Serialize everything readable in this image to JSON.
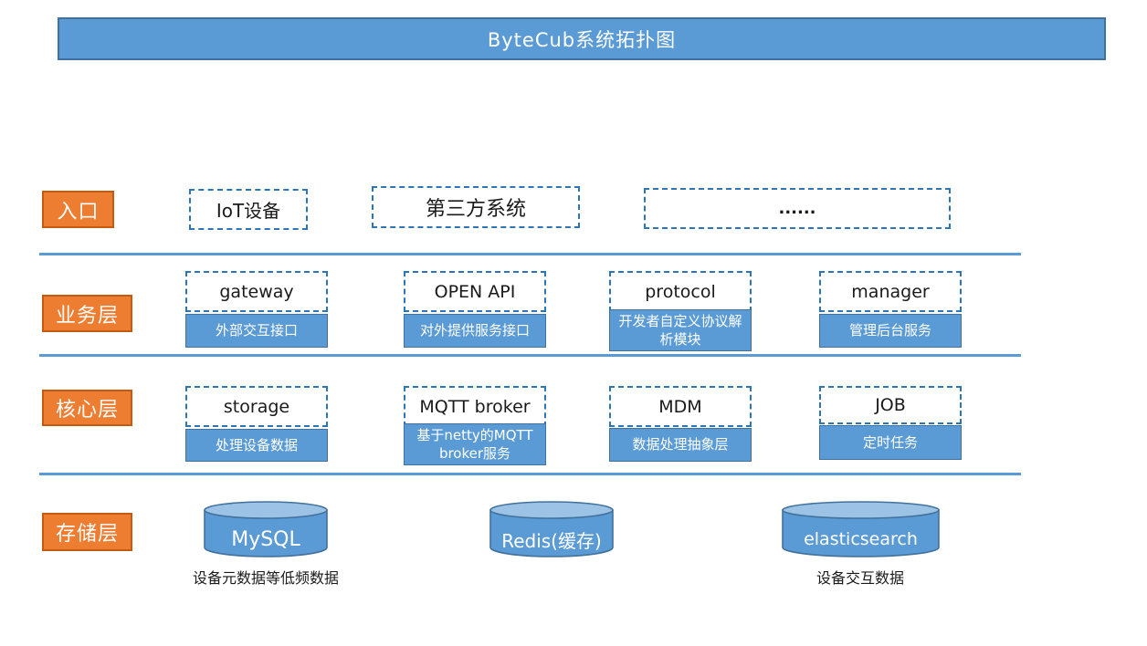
{
  "title": "ByteCub系统拓扑图",
  "rows": {
    "entry": {
      "label": "入口",
      "items": [
        {
          "label": "IoT设备"
        },
        {
          "label": "第三方系统"
        },
        {
          "label": "......"
        }
      ]
    },
    "business": {
      "label": "业务层",
      "items": [
        {
          "name": "gateway",
          "desc": "外部交互接口"
        },
        {
          "name": "OPEN API",
          "desc": "对外提供服务接口"
        },
        {
          "name": "protocol",
          "desc": "开发者自定义协议解析模块"
        },
        {
          "name": "manager",
          "desc": "管理后台服务"
        }
      ]
    },
    "core": {
      "label": "核心层",
      "items": [
        {
          "name": "storage",
          "desc": "处理设备数据"
        },
        {
          "name": "MQTT broker",
          "desc": "基于netty的MQTT broker服务"
        },
        {
          "name": "MDM",
          "desc": "数据处理抽象层"
        },
        {
          "name": "JOB",
          "desc": "定时任务"
        }
      ]
    },
    "storage": {
      "label": "存储层",
      "items": [
        {
          "name": "MySQL",
          "note": "设备元数据等低频数据"
        },
        {
          "name": "Redis(缓存)",
          "note": ""
        },
        {
          "name": "elasticsearch",
          "note": "设备交互数据"
        }
      ]
    }
  },
  "colors": {
    "accent_blue": "#5B9BD5",
    "blue_border": "#41719C",
    "dashed_border": "#2E75B6",
    "orange": "#ED7D31",
    "orange_border": "#C55A11",
    "cylinder_top": "#9CC3E6"
  }
}
